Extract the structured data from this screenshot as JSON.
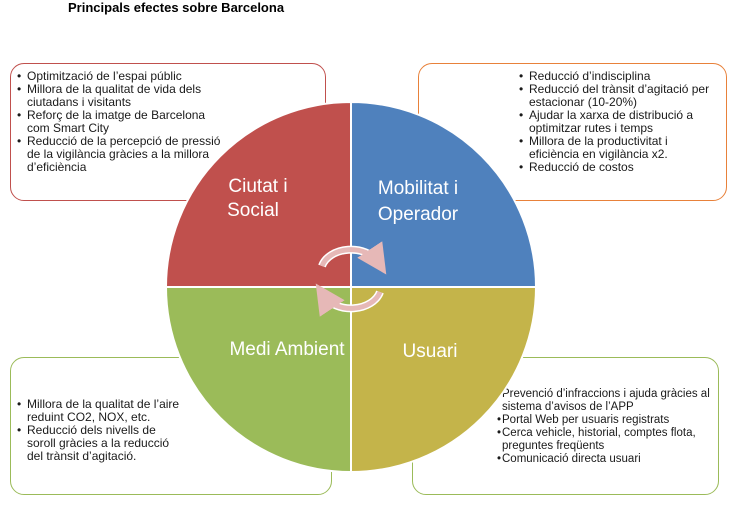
{
  "title": "Principals efectes sobre Barcelona",
  "colors": {
    "red": "#c0504d",
    "blue": "#4f81bd",
    "green": "#9bbb59",
    "olive": "#c4b44a",
    "orange_border": "#e8813a"
  },
  "quadrants": {
    "top_left": {
      "label_line1": "Ciutat i",
      "label_line2": "Social"
    },
    "top_right": {
      "label_line1": "Mobilitat  i",
      "label_line2": "Operador"
    },
    "bottom_left": {
      "label": "Medi Ambient"
    },
    "bottom_right": {
      "label": "Usuari"
    }
  },
  "boxes": {
    "top_left": [
      "Optimització de l’espai públic",
      "Millora de la qualitat de vida dels ciutadans i visitants",
      "Reforç de la imatge de Barcelona com Smart City",
      "Reducció de la percepció de pressió de la vigilància gràcies a la millora d’eficiència"
    ],
    "top_right": [
      "Reducció d’indisciplina",
      "Reducció del trànsit d’agitació per estacionar (10-20%)",
      "Ajudar la xarxa de distribució a optimitzar rutes i temps",
      "Millora de la productivitat i eficiència en vigilància x2.",
      "Reducció de costos"
    ],
    "bottom_left": [
      "Millora de la qualitat de l’aire reduint CO2, NOX, etc.",
      "Reducció dels nivells de soroll gràcies a la reducció del trànsit d’agitació."
    ],
    "bottom_right": [
      "Prevenció d’infraccions  i ajuda gràcies al sistema  d’avisos de l’APP",
      "Portal Web per usuaris  registrats",
      "Cerca vehicle, historial, comptes flota, preguntes  freqüents",
      "Comunicació  directa usuari"
    ]
  }
}
